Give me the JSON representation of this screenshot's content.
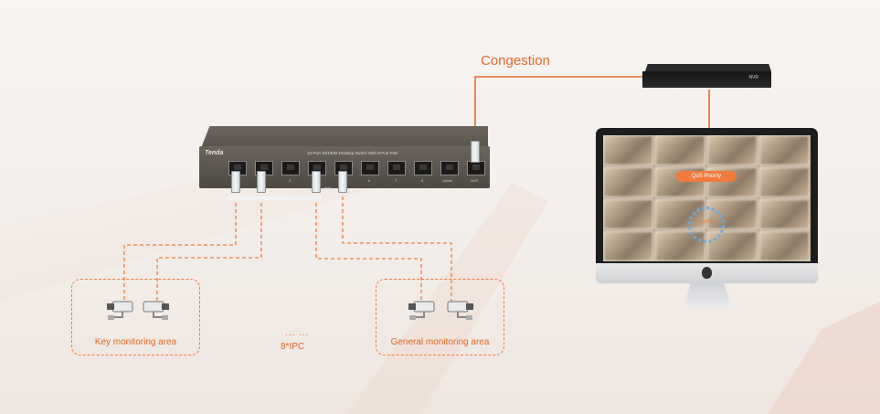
{
  "labels": {
    "congestion": "Congestion",
    "key_area": "Key monitoring area",
    "general_area": "General monitoring area",
    "ipc_dots": "... ...",
    "ipc_count": "8*IPC"
  },
  "switch": {
    "brand": "Tenda",
    "title": "10-Port 10/100M Desktop Switch With 8-Port PoE",
    "port_labels": [
      "1",
      "2",
      "3",
      "4",
      "5",
      "6",
      "7",
      "8",
      "Uplink",
      "NVR"
    ],
    "poe_label": "PoE"
  },
  "nvr": {
    "label": "NVR"
  },
  "monitor": {
    "qos_label": "QoS Priority",
    "loading_label": "loading"
  },
  "colors": {
    "accent": "#e86a2a",
    "dash": "#f07c3a"
  }
}
